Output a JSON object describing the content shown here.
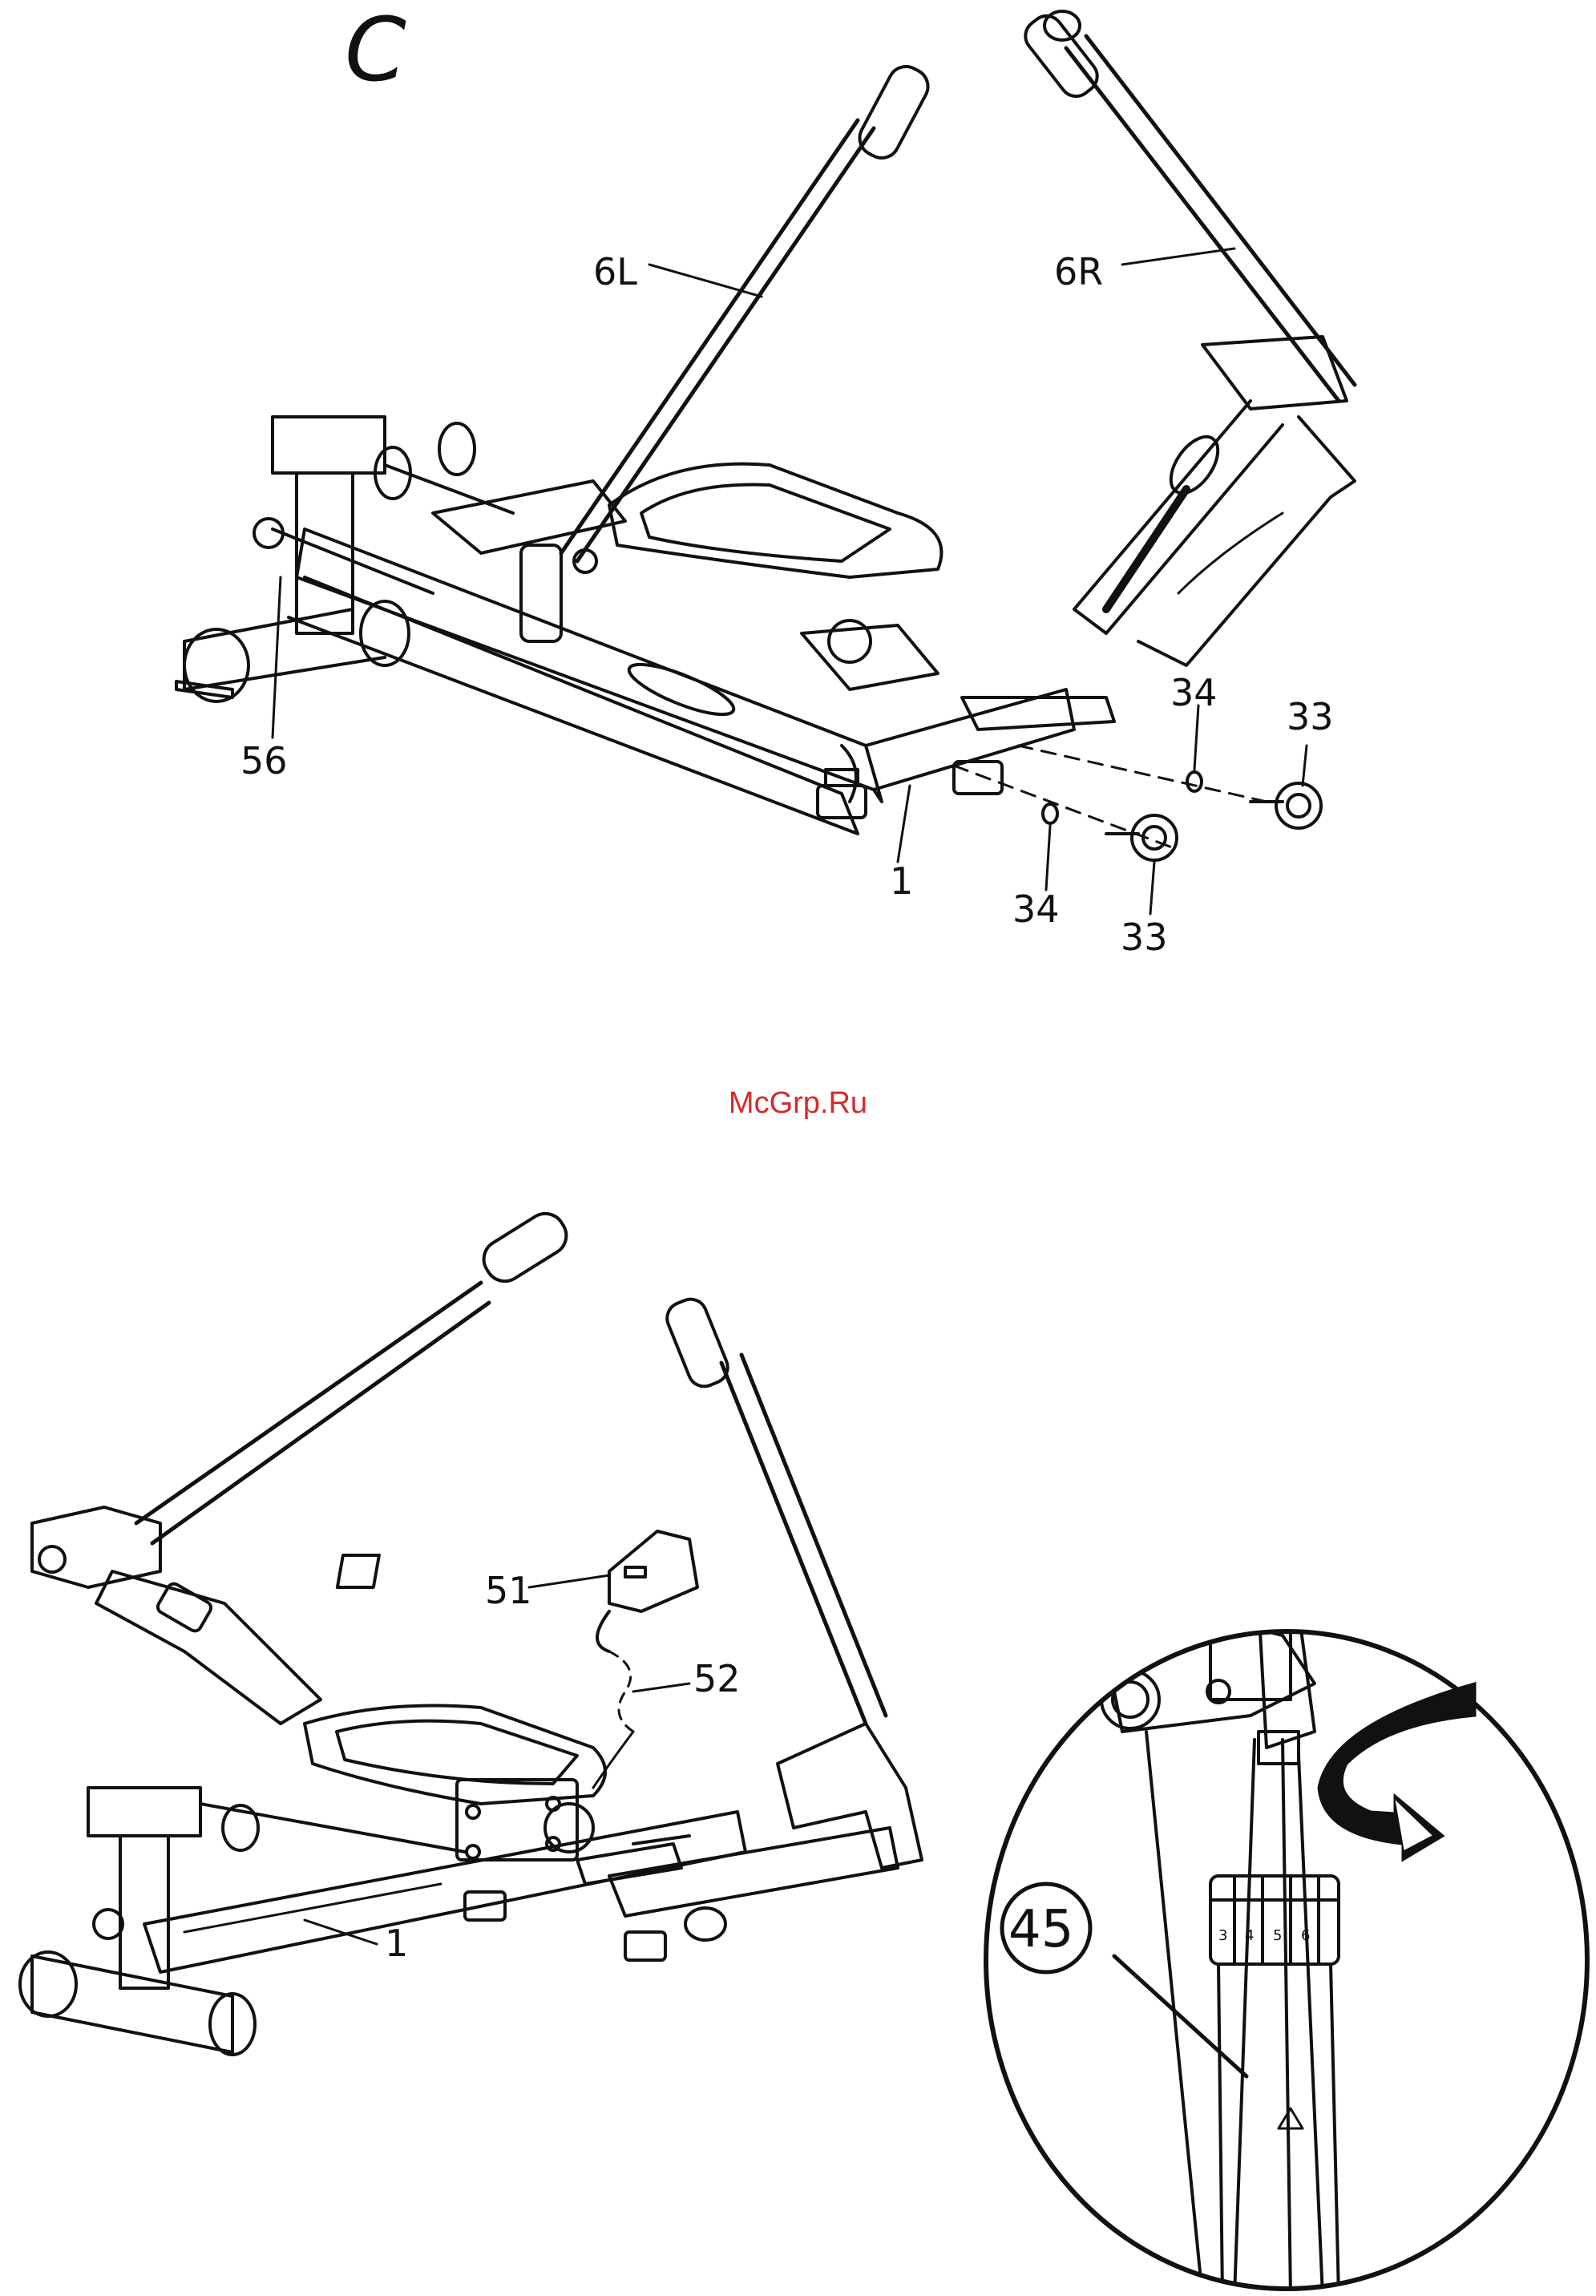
{
  "step_letter": "C",
  "watermark": "McGrp.Ru",
  "colors": {
    "line": "#111111",
    "watermark": "#d52b2b",
    "background": "#ffffff"
  },
  "top_callouts": {
    "left_lever": "6L",
    "right_lever": "6R",
    "adjust_knob": "56",
    "frame": "1",
    "washer_right": "34",
    "knob_right": "33",
    "washer_left": "34",
    "knob_left": "33"
  },
  "bottom_callouts": {
    "monitor": "51",
    "sensor_wire": "52",
    "frame": "1"
  },
  "detail": {
    "part_number": "45",
    "dial_numbers": [
      "3",
      "4",
      "5",
      "6"
    ],
    "direction_icon": "rotate-arrow-icon"
  }
}
